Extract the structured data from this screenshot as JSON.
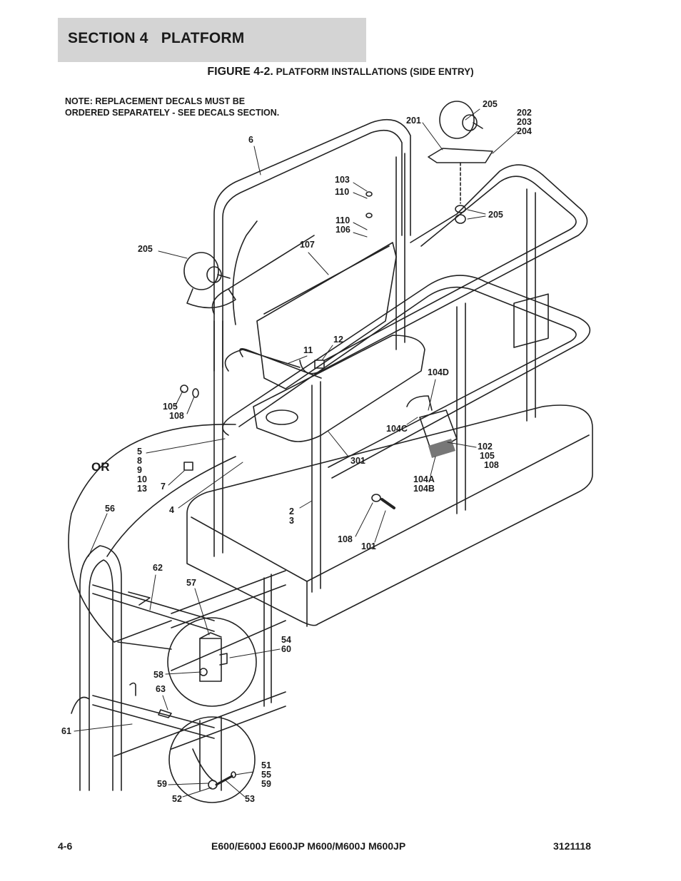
{
  "header": {
    "section_title": "SECTION 4   PLATFORM"
  },
  "figure": {
    "caption": "FIGURE 4-2.",
    "subtitle": " PLATFORM INSTALLATIONS (SIDE ENTRY)"
  },
  "note": {
    "line1": "NOTE: REPLACEMENT DECALS MUST BE",
    "line2": "ORDERED SEPARATELY - SEE DECALS SECTION."
  },
  "or_label": "OR",
  "callouts": {
    "c205a": "205",
    "c201": "201",
    "c202": "202",
    "c203": "203",
    "c204": "204",
    "c6": "6",
    "c103": "103",
    "c110a": "110",
    "c110b": "110",
    "c106": "106",
    "c205b": "205",
    "c107": "107",
    "c205c": "205",
    "c12": "12",
    "c11": "11",
    "c104d": "104D",
    "c105a": "105",
    "c108a": "108",
    "c104c": "104C",
    "c5": "5",
    "c8": "8",
    "c9": "9",
    "c10": "10",
    "c13": "13",
    "c301": "301",
    "c102": "102",
    "c105b": "105",
    "c108b": "108",
    "c7": "7",
    "c104a": "104A",
    "c104b": "104B",
    "c4": "4",
    "c2": "2",
    "c3": "3",
    "c56": "56",
    "c108c": "108",
    "c101": "101",
    "c62": "62",
    "c57": "57",
    "c54": "54",
    "c60": "60",
    "c58": "58",
    "c63": "63",
    "c61": "61",
    "c51": "51",
    "c55": "55",
    "c59a": "59",
    "c59b": "59",
    "c52": "52",
    "c53": "53"
  },
  "footer": {
    "page_number": "4-6",
    "models": "E600/E600J E600JP M600/M600J M600JP",
    "doc_number": "3121118"
  }
}
